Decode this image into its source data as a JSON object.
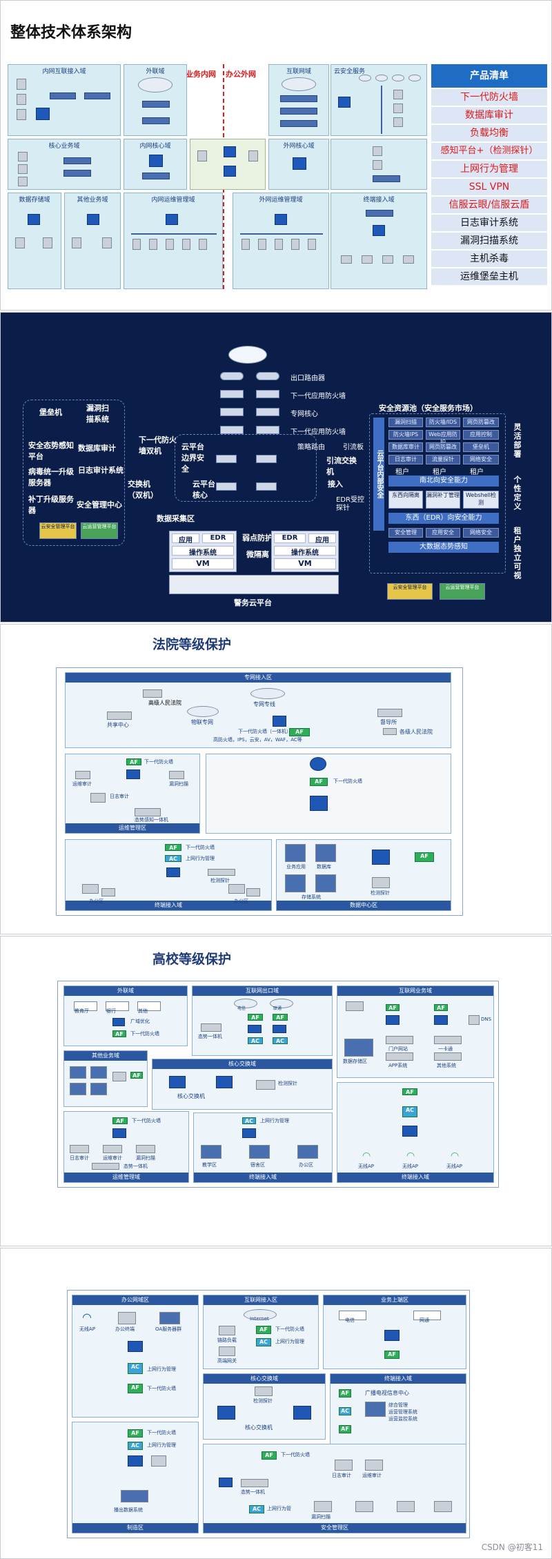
{
  "slide1": {
    "title": "整体技术体系架构",
    "divider_left": "业务内网",
    "divider_right": "办公外网",
    "zones": [
      {
        "name": "内网互联接入域"
      },
      {
        "name": "外联域"
      },
      {
        "name": "互联网域"
      },
      {
        "name": "云安全服务"
      },
      {
        "name": "核心业务域"
      },
      {
        "name": "内网核心域"
      },
      {
        "name": "外网核心域"
      },
      {
        "name": "数据存储域"
      },
      {
        "name": "其他业务域"
      },
      {
        "name": "内网运维管理域"
      },
      {
        "name": "外网运维管理域"
      },
      {
        "name": "终端接入域"
      }
    ],
    "product_list": {
      "header": "产品清单",
      "items": [
        {
          "label": "下一代防火墙",
          "color": "#e0191b"
        },
        {
          "label": "数据库审计",
          "color": "#e0191b"
        },
        {
          "label": "负载均衡",
          "color": "#e0191b"
        },
        {
          "label": "感知平台+（检测探针）",
          "color": "#e0191b"
        },
        {
          "label": "上网行为管理",
          "color": "#e0191b"
        },
        {
          "label": "SSL VPN",
          "color": "#e0191b"
        },
        {
          "label": "信服云眼/信服云盾",
          "color": "#e0191b"
        },
        {
          "label": "日志审计系统",
          "color": "#111111"
        },
        {
          "label": "漏洞扫描系统",
          "color": "#111111"
        },
        {
          "label": "主机杀毒",
          "color": "#111111"
        },
        {
          "label": "运维堡垒主机",
          "color": "#111111"
        }
      ]
    }
  },
  "slide2": {
    "top_labels": {
      "router": "出口路由器",
      "ngfw": "下一代应用防火墙",
      "core": "专网核心",
      "ngfw2": "下一代应用防火墙",
      "policy": "策略路由",
      "guide": "引流板",
      "guide_switch": "引流交换机",
      "access": "接入",
      "edr_agent": "EDR受控",
      "probe": "探针"
    },
    "left_group": {
      "fortress": "堡垒机",
      "scan": "漏洞扫描系统",
      "situation": "安全态势感知平台",
      "db_audit": "数据库审计",
      "log_audit": "日志审计系统",
      "virus": "病毒统一升级服务器",
      "patch": "补丁升级服务器",
      "center": "安全管理中心",
      "cloud_eye": "云安全管理平台",
      "cloud_shield": "云运营管理平台"
    },
    "middle": {
      "fw_cluster": "下一代防火墙双机",
      "switch_cluster": "交换机（双机）",
      "cloud_edge": "云平台边界安全",
      "cloud_core": "云平台核心",
      "collect": "数据采集区",
      "app1": "应用",
      "edr1": "EDR",
      "os1": "操作系统",
      "vm1": "VM",
      "weak": "弱点防护",
      "micro": "微隔离",
      "app2": "应用",
      "edr2": "EDR",
      "os2": "操作系统",
      "vm2": "VM",
      "gov_cloud": "警务云平台"
    },
    "right": {
      "pool": "安全资源池（安全服务市场）",
      "vertical": "云平台内部安全",
      "cells": [
        "漏洞扫描",
        "防火墙/IDS",
        "网页防篡改",
        "防火墙IPS",
        "Web应用防护",
        "应用控制",
        "数据库审计",
        "网页防篡改",
        "堡垒机",
        "日志审计",
        "流量探针",
        "网络安全"
      ],
      "tenant_labels": [
        "租户",
        "租户",
        "租户"
      ],
      "ns_bar": "南北向安全能力",
      "small_cells": [
        "东西向隔离",
        "漏洞补丁管理",
        "Webshell检测"
      ],
      "ew_bar": "东西（EDR）向安全能力",
      "small_cells2": [
        "安全管理",
        "应用安全",
        "网络安全"
      ],
      "bigdata": "大数据态势感知",
      "bottom_left": "云安全管理平台",
      "bottom_right": "云运营管理平台",
      "side1": "灵活部署",
      "side2": "个性定义",
      "side3": "租户独立可视"
    }
  },
  "slide3": {
    "title": "法院等级保护",
    "areas": [
      {
        "name": "专网接入区"
      },
      {
        "name": "运维管理区"
      },
      {
        "name": "终端接入域"
      },
      {
        "name": "数据中心区"
      }
    ],
    "labels": {
      "hq": "高级人民法院",
      "private_net": "专网专线",
      "center": "共享中心",
      "iot": "物联专网",
      "gov": "督导所",
      "court": "各级人民法院",
      "ngfw": "下一代防火墙",
      "combo": "下一代防火墙（一体机）",
      "combo_note": "高防火墙，IPS，云安，AV，WAF，AC等",
      "ngfw2": "下一代防火墙",
      "ngfw3": "下一代防火墙",
      "bastion": "运维审计",
      "log": "日志审计",
      "scan": "漏洞扫描",
      "situation": "态势感知一体机",
      "behavior": "上网行为管理",
      "probe": "检测探针",
      "office": "办公区",
      "office2": "办公区",
      "probe2": "检测探针",
      "biz": "业务应用",
      "db": "数据库",
      "storage": "存储系统"
    }
  },
  "slide4": {
    "title": "高校等级保护",
    "areas": [
      {
        "name": "外联域"
      },
      {
        "name": "互联网出口域"
      },
      {
        "name": "互联网业务域"
      },
      {
        "name": "其他业务域"
      },
      {
        "name": "核心交换域"
      },
      {
        "name": "运维管理域"
      },
      {
        "name": "终端接入域"
      },
      {
        "name": "终端接入域"
      }
    ],
    "labels": {
      "edu": "教育厅",
      "bank": "银行",
      "other": "其他",
      "wide": "广域优化",
      "ngfw": "下一代防火墙",
      "telecom": "电信",
      "unicom": "联通",
      "situation": "态势一体机",
      "core_switch": "核心交换机",
      "probe": "检测探针",
      "ngfw2": "下一代防火墙",
      "behavior": "上网行为管理",
      "log": "日志审计",
      "bastion": "运维审计",
      "scan": "漏洞扫描",
      "combo": "态势一体机",
      "teach": "教学区",
      "dorm": "宿舍区",
      "office": "办公区",
      "ap1": "无线AP",
      "ap2": "无线AP",
      "ap3": "无线AP",
      "portal": "门户网站",
      "card": "一卡通",
      "app": "APP系统",
      "biz": "其他系统",
      "storage": "数据存储区",
      "dns": "DNS"
    }
  },
  "slide5": {
    "areas": [
      {
        "name": "办公网域区"
      },
      {
        "name": "互联网接入区"
      },
      {
        "name": "业务上端区"
      },
      {
        "name": "核心交换域"
      },
      {
        "name": "终端接入域"
      },
      {
        "name": "制造区"
      },
      {
        "name": "安全管理区"
      }
    ],
    "labels": {
      "wifi": "无线AP",
      "office_pc": "办公终端",
      "oa": "OA服务器群",
      "behavior": "上网行为管理",
      "ngfw": "下一代防火墙",
      "internet": "Internet",
      "link1": "链路负载",
      "ngfw2": "下一代防火墙",
      "behavior2": "上网行为管理",
      "high_dev": "高端网关",
      "elec": "电信",
      "net": "网通",
      "probe": "检测探针",
      "core": "核心交换机",
      "ngfw3": "下一代防火墙",
      "behavior3": "上网行为管理",
      "wide_area": "广播电视信息中心",
      "m1": "综合管理",
      "m2": "运营管理系统",
      "m3": "运营监控系统",
      "sign": "播出数据系统",
      "ngfw4": "下一代防火墙",
      "combo": "态势一体机",
      "behavior4": "上网行为管",
      "scan": "漏洞扫描",
      "bastion": "运维审计",
      "log": "日志审计"
    },
    "watermark": "CSDN @初客11"
  }
}
